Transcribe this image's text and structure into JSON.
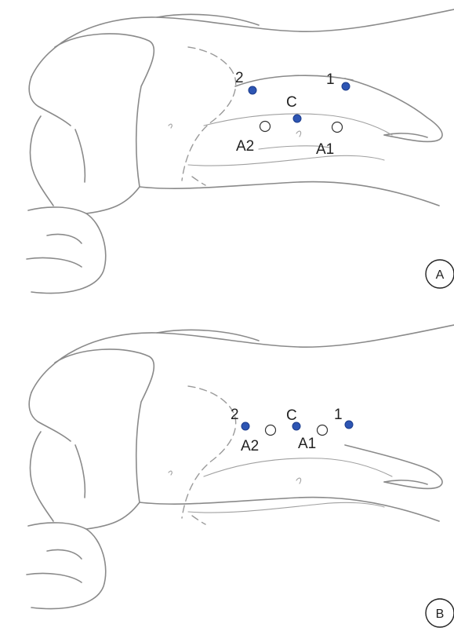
{
  "panels": [
    {
      "badge": "A",
      "filled_points": [
        "2",
        "1",
        "C"
      ],
      "open_points": [
        "A2",
        "A1"
      ]
    },
    {
      "badge": "B",
      "filled_points": [
        "2",
        "C",
        "1"
      ],
      "open_points": [
        "A2",
        "A1"
      ]
    }
  ],
  "colors": {
    "filled_point": "#2d55b3",
    "open_point_stroke": "#333333",
    "outline": "#8a8a8a"
  }
}
